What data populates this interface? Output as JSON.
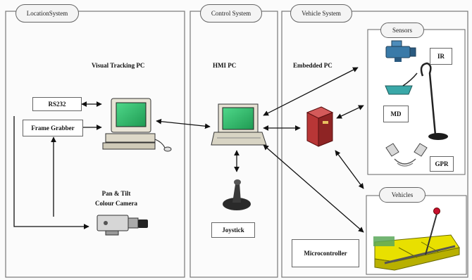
{
  "sections": {
    "location": "LocationSystem",
    "control": "Control System",
    "vehicle": "Vehicle System"
  },
  "pcs": {
    "visual_tracking": "Visual Tracking PC",
    "hmi": "HMI  PC",
    "embedded": "Embedded PC"
  },
  "location_components": {
    "rs232": "RS232",
    "frame_grabber": "Frame Grabber",
    "camera_line1": "Pan & Tilt",
    "camera_line2": "Colour Camera"
  },
  "control_components": {
    "joystick": "Joystick"
  },
  "sensors": {
    "title": "Sensors",
    "ir": "IR",
    "md": "MD",
    "gpr": "GPR"
  },
  "vehicles": {
    "title": "Vehicles",
    "microcontroller": "Microcontroller"
  },
  "colors": {
    "screen": "#2fbf6a",
    "embedded_pc": "#c23a3a",
    "vehicle_body": "#e8e000",
    "sensor_blue": "#2f6f9a"
  }
}
